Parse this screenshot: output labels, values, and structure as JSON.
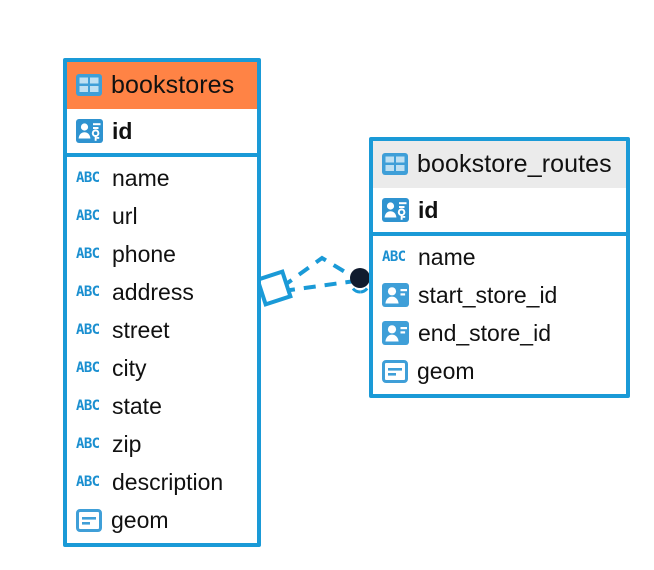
{
  "diagram": {
    "type": "entity-relationship-diagram",
    "background_color": "#ffffff",
    "accent_color": "#ff8345",
    "line_color": "#1a9ad7",
    "endpoint_color": "#101b2e"
  },
  "entities": [
    {
      "name": "bookstores",
      "title": "bookstores",
      "header_style": "accent",
      "header_icon": "table-icon",
      "primary_key": {
        "label": "id",
        "icon": "primary-key-icon"
      },
      "fields": [
        {
          "label": "name",
          "icon": "abc-text-icon"
        },
        {
          "label": "url",
          "icon": "abc-text-icon"
        },
        {
          "label": "phone",
          "icon": "abc-text-icon"
        },
        {
          "label": "address",
          "icon": "abc-text-icon"
        },
        {
          "label": "street",
          "icon": "abc-text-icon"
        },
        {
          "label": "city",
          "icon": "abc-text-icon"
        },
        {
          "label": "state",
          "icon": "abc-text-icon"
        },
        {
          "label": "zip",
          "icon": "abc-text-icon"
        },
        {
          "label": "description",
          "icon": "abc-text-icon"
        },
        {
          "label": "geom",
          "icon": "geometry-icon"
        }
      ]
    },
    {
      "name": "bookstore_routes",
      "title": "bookstore_routes",
      "header_style": "neutral",
      "header_icon": "table-icon",
      "primary_key": {
        "label": "id",
        "icon": "primary-key-icon"
      },
      "fields": [
        {
          "label": "name",
          "icon": "abc-text-icon"
        },
        {
          "label": "start_store_id",
          "icon": "foreign-key-icon"
        },
        {
          "label": "end_store_id",
          "icon": "foreign-key-icon"
        },
        {
          "label": "geom",
          "icon": "geometry-icon"
        }
      ]
    }
  ],
  "relationship": {
    "name": "bookstores-to-bookstore_routes",
    "source_entity": "bookstores",
    "target_entity": "bookstore_routes",
    "source_marker": "diamond-marker",
    "target_marker": "filled-circle-marker",
    "line_style": "dashed",
    "branch_count": 2
  },
  "icon_labels": {
    "abc_text": "ABC"
  }
}
